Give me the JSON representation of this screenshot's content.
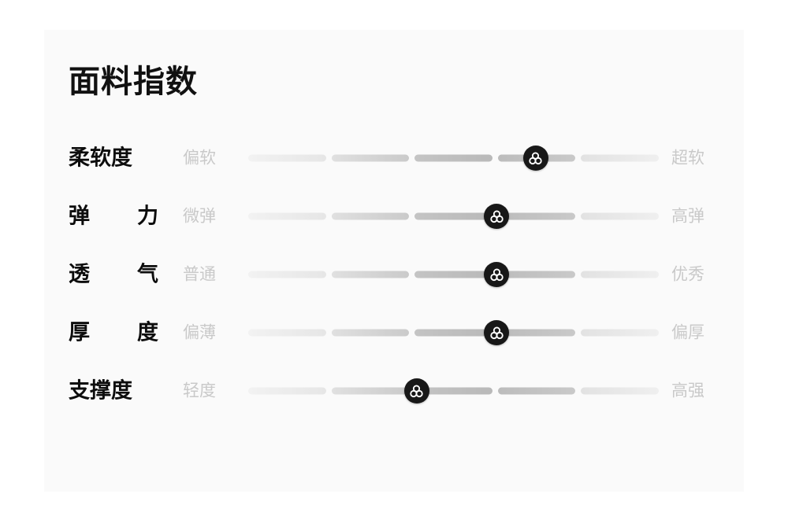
{
  "card": {
    "title": "面料指数",
    "background_color": "#fafafa",
    "title_color": "#111111",
    "caption_color": "#c9c9c9",
    "thumb_color": "#181818"
  },
  "chart_data": {
    "type": "bar",
    "title": "面料指数",
    "xlabel": "",
    "ylabel": "",
    "scale_steps": 5,
    "legend": [],
    "grid": false,
    "categories": [
      "柔软度",
      "弹 力",
      "透 气",
      "厚 度",
      "支撑度"
    ],
    "values": [
      4,
      3,
      3,
      3,
      2
    ],
    "ylim": [
      1,
      5
    ],
    "series": [
      {
        "name": "面料指数",
        "values": [
          4,
          3,
          3,
          3,
          2
        ]
      }
    ],
    "rows": [
      {
        "name": "柔软度",
        "name_display": "柔软度",
        "justify": false,
        "low_label": "偏软",
        "high_label": "超软",
        "value": 4,
        "thumb_percent": 70
      },
      {
        "name": "弹力",
        "name_display": "弹 力",
        "justify": true,
        "name_chars": [
          "弹",
          "力"
        ],
        "low_label": "微弹",
        "high_label": "高弹",
        "value": 3,
        "thumb_percent": 60.5
      },
      {
        "name": "透气",
        "name_display": "透 气",
        "justify": true,
        "name_chars": [
          "透",
          "气"
        ],
        "low_label": "普通",
        "high_label": "优秀",
        "value": 3,
        "thumb_percent": 60.5
      },
      {
        "name": "厚度",
        "name_display": "厚 度",
        "justify": true,
        "name_chars": [
          "厚",
          "度"
        ],
        "low_label": "偏薄",
        "high_label": "偏厚",
        "value": 3,
        "thumb_percent": 60.5
      },
      {
        "name": "支撑度",
        "name_display": "支撑度",
        "justify": false,
        "low_label": "轻度",
        "high_label": "高强",
        "value": 2,
        "thumb_percent": 41
      }
    ],
    "track_segments": [
      {
        "index": 1,
        "from_color": "#f2f2f2",
        "to_color": "#e6e6e6"
      },
      {
        "index": 2,
        "from_color": "#e0e0e0",
        "to_color": "#cacaca"
      },
      {
        "index": 3,
        "from_color": "#c4c4c4",
        "to_color": "#b9b9b9"
      },
      {
        "index": 4,
        "from_color": "#bcbcbc",
        "to_color": "#c9c9c9"
      },
      {
        "index": 5,
        "from_color": "#e2e2e2",
        "to_color": "#efefef"
      }
    ],
    "thumb_icon": "trefoil-icon"
  }
}
